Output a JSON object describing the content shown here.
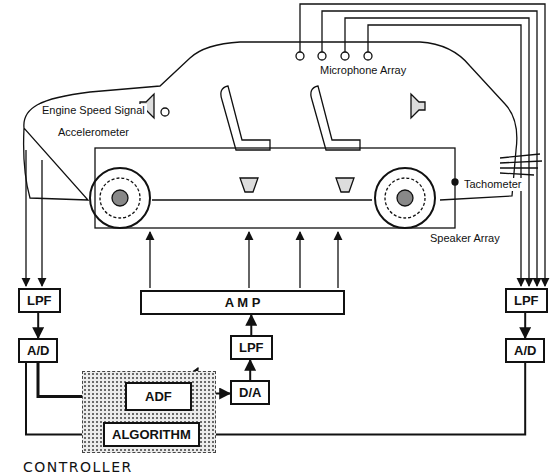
{
  "diagram": {
    "nodes": [
      {
        "text": [
          "LPF"
        ]
      },
      {
        "text": [
          "A M P"
        ]
      },
      {
        "text": [
          "LPF"
        ]
      },
      {
        "text": [
          "A/D"
        ]
      },
      {
        "text": [
          "LPF"
        ]
      },
      {
        "text": [
          "A/D"
        ]
      },
      {
        "text": [
          "CONTROLLER"
        ]
      },
      {
        "text": [
          "ADF"
        ],
        "in": 6
      },
      {
        "text": [
          "D/A"
        ]
      },
      {
        "text": [
          "ALGORITHM"
        ],
        "in": 6
      }
    ],
    "edges": [
      {
        "from": 0,
        "to": 3,
        "arrow": "to"
      },
      {
        "from": 3,
        "to": 7,
        "arrow": "to"
      },
      {
        "from": 3,
        "to": 9,
        "arrow": "to"
      },
      {
        "from": 7,
        "to": 8,
        "arrow": "to"
      },
      {
        "from": 8,
        "to": 4,
        "arrow": "to"
      },
      {
        "from": 4,
        "to": 1,
        "arrow": "to"
      },
      {
        "from": 2,
        "to": 5,
        "arrow": "to"
      },
      {
        "from": 5,
        "to": 9,
        "arrow": "to"
      },
      {
        "from": 7,
        "to": 9,
        "arrow": "none"
      }
    ],
    "labels": [
      "Microphone Array",
      "Engine Speed Signal",
      "Accelerometer",
      "Tachometer",
      "Speaker Array"
    ]
  }
}
